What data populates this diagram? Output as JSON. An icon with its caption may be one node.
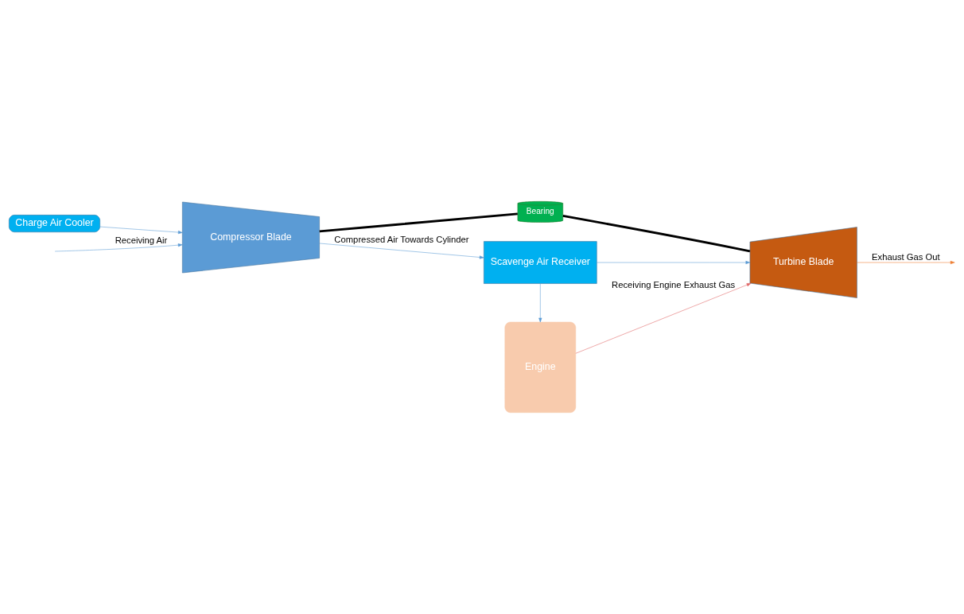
{
  "diagram": {
    "nodes": [
      {
        "text": [
          "Charge Air Cooler"
        ]
      },
      {
        "text": [
          "Compressor Blade"
        ]
      },
      {
        "text": [
          "Bearing"
        ]
      },
      {
        "text": [
          "Turbine Blade"
        ]
      },
      {
        "text": [
          "Engine"
        ]
      },
      {
        "text": [
          "Scavenge Air Receiver"
        ]
      }
    ],
    "edges": [
      {
        "from": 0,
        "to": 1,
        "arrow": "to"
      },
      {
        "from": null,
        "to": 1,
        "arrow": "to",
        "label": "Receiving Air"
      },
      {
        "from": 1,
        "to": 2,
        "arrow": "none",
        "style": "thick",
        "color": "#000000"
      },
      {
        "from": 2,
        "to": 3,
        "arrow": "none",
        "style": "thick",
        "color": "#000000"
      },
      {
        "from": 3,
        "to": null,
        "arrow": "to",
        "label": "Exhaust Gas Out",
        "color": "#ed7d31"
      },
      {
        "from": 4,
        "to": 3,
        "arrow": "to",
        "label": "Receiving Engine Exhaust Gas",
        "color": "#e06666"
      },
      {
        "from": 1,
        "to": 5,
        "arrow": "to",
        "label": "Compressed Air Towards Cylinder"
      },
      {
        "from": 5,
        "to": 3,
        "arrow": "to"
      },
      {
        "from": 5,
        "to": 4,
        "arrow": "to"
      }
    ]
  }
}
